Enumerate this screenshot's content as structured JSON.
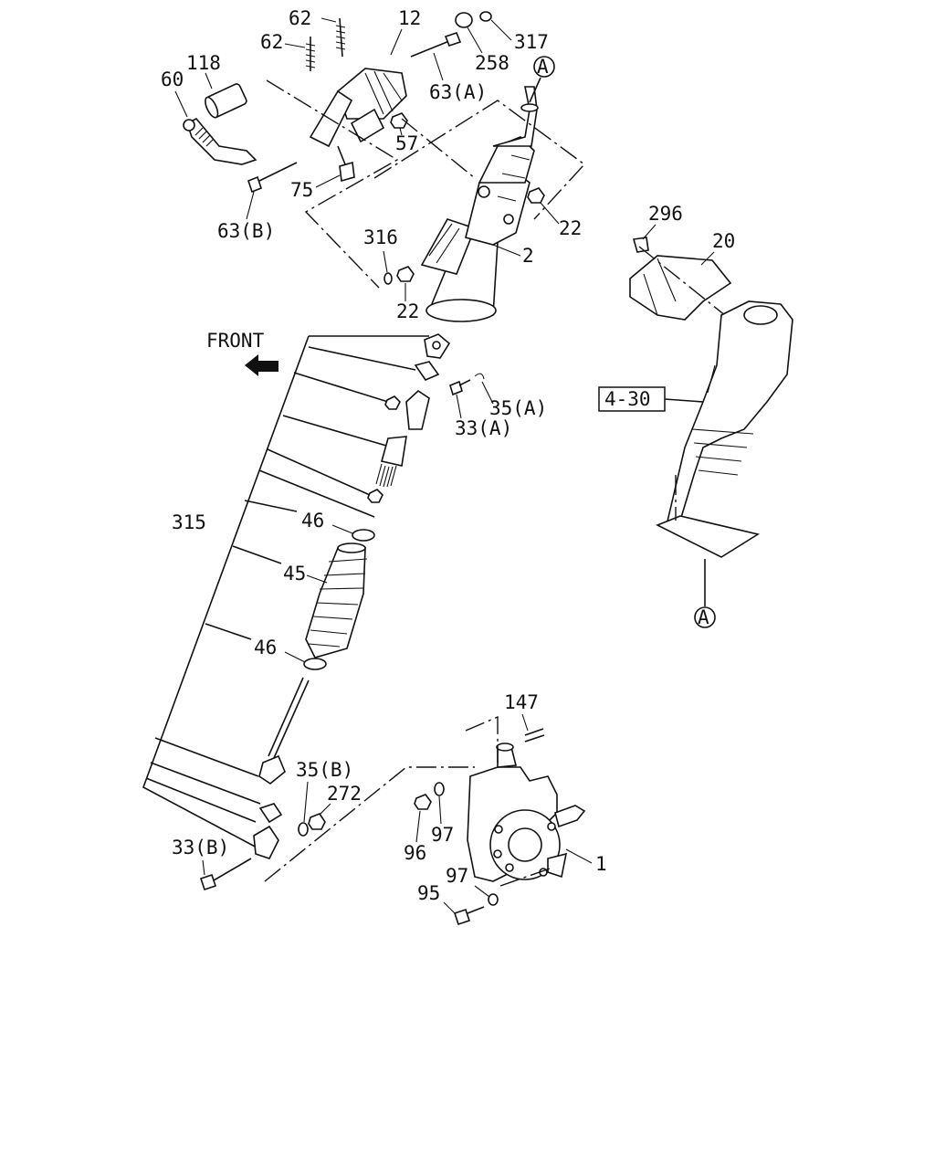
{
  "front_label": "FRONT",
  "reference_box": "4-30",
  "callout_a": "A",
  "callouts": {
    "c1": "1",
    "c2": "2",
    "c12": "12",
    "c20": "20",
    "c22a": "22",
    "c22b": "22",
    "c33a": "33(A)",
    "c33b": "33(B)",
    "c35a": "35(A)",
    "c35b": "35(B)",
    "c45": "45",
    "c46a": "46",
    "c46b": "46",
    "c57": "57",
    "c60": "60",
    "c62a": "62",
    "c62b": "62",
    "c63a": "63(A)",
    "c63b": "63(B)",
    "c75": "75",
    "c95": "95",
    "c96": "96",
    "c97a": "97",
    "c97b": "97",
    "c118": "118",
    "c147": "147",
    "c258": "258",
    "c272": "272",
    "c296": "296",
    "c315": "315",
    "c316": "316",
    "c317": "317"
  }
}
